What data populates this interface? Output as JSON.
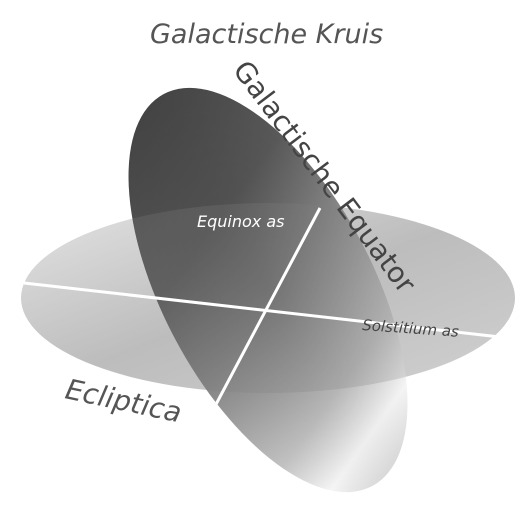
{
  "diagram": {
    "title": "Galactische Kruis",
    "labels": {
      "galactic_equator": "Galactische Equator",
      "equinox_axis": "Equinox as",
      "solstice_axis": "Solstitium as",
      "ecliptic": "Ecliptica"
    },
    "colors": {
      "background": "#ffffff",
      "ecliptic_fill_light": "#d9d9d9",
      "ecliptic_fill_dark": "#9a9a9a",
      "galactic_fill_dark": "#3a3a3a",
      "galactic_fill_light": "#f2f2f2",
      "axis_line": "#ffffff",
      "text": "#555555"
    }
  }
}
